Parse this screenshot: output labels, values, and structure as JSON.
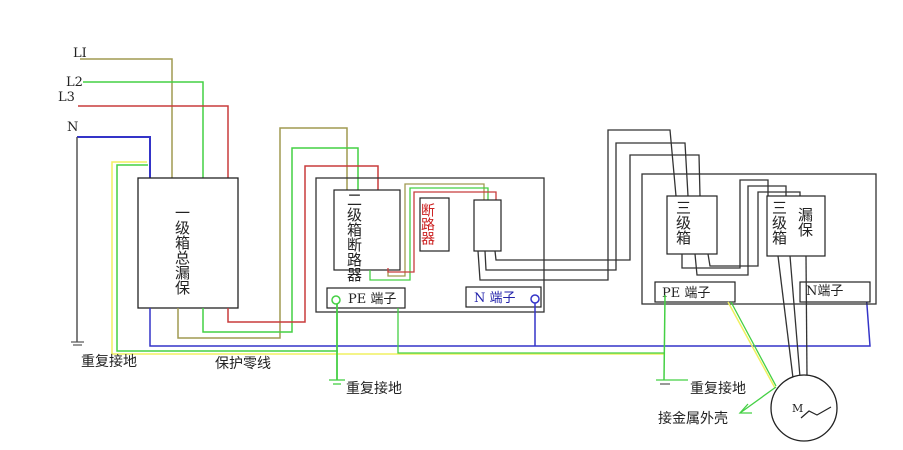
{
  "title": "三级配电二级保护接线示意图",
  "colors": {
    "L1": "#a09a50",
    "L2": "#44d044",
    "L3": "#c83c3c",
    "N": "#3434c8",
    "PE_green": "#44d044",
    "PE_yellow": "#f0f060",
    "wire_black": "#333333",
    "breaker_text": "#cc2222",
    "n_terminal_text": "#2222aa"
  },
  "lines": {
    "L1": "LI",
    "L2": "L2",
    "L3": "L3",
    "N": "N"
  },
  "boxes": {
    "level1_leakage": "一级箱总漏保",
    "level2_breaker_main": "二级箱断路器",
    "breaker": "断路器",
    "level3_a": "三级箱",
    "level3_b": "三级箱",
    "leakage_protector": "漏保"
  },
  "terminals": {
    "pe_level2": "PE 端子",
    "n_level2": "N 端子",
    "pe_level3": "PE 端子",
    "n_level3": "N端子"
  },
  "annotations": {
    "repeat_ground_1": "重复接地",
    "protective_neutral": "保护零线",
    "repeat_ground_2": "重复接地",
    "repeat_ground_3": "重复接地",
    "metal_enclosure": "接金属外壳"
  },
  "motor": {
    "label": "M",
    "symbol": "~"
  }
}
